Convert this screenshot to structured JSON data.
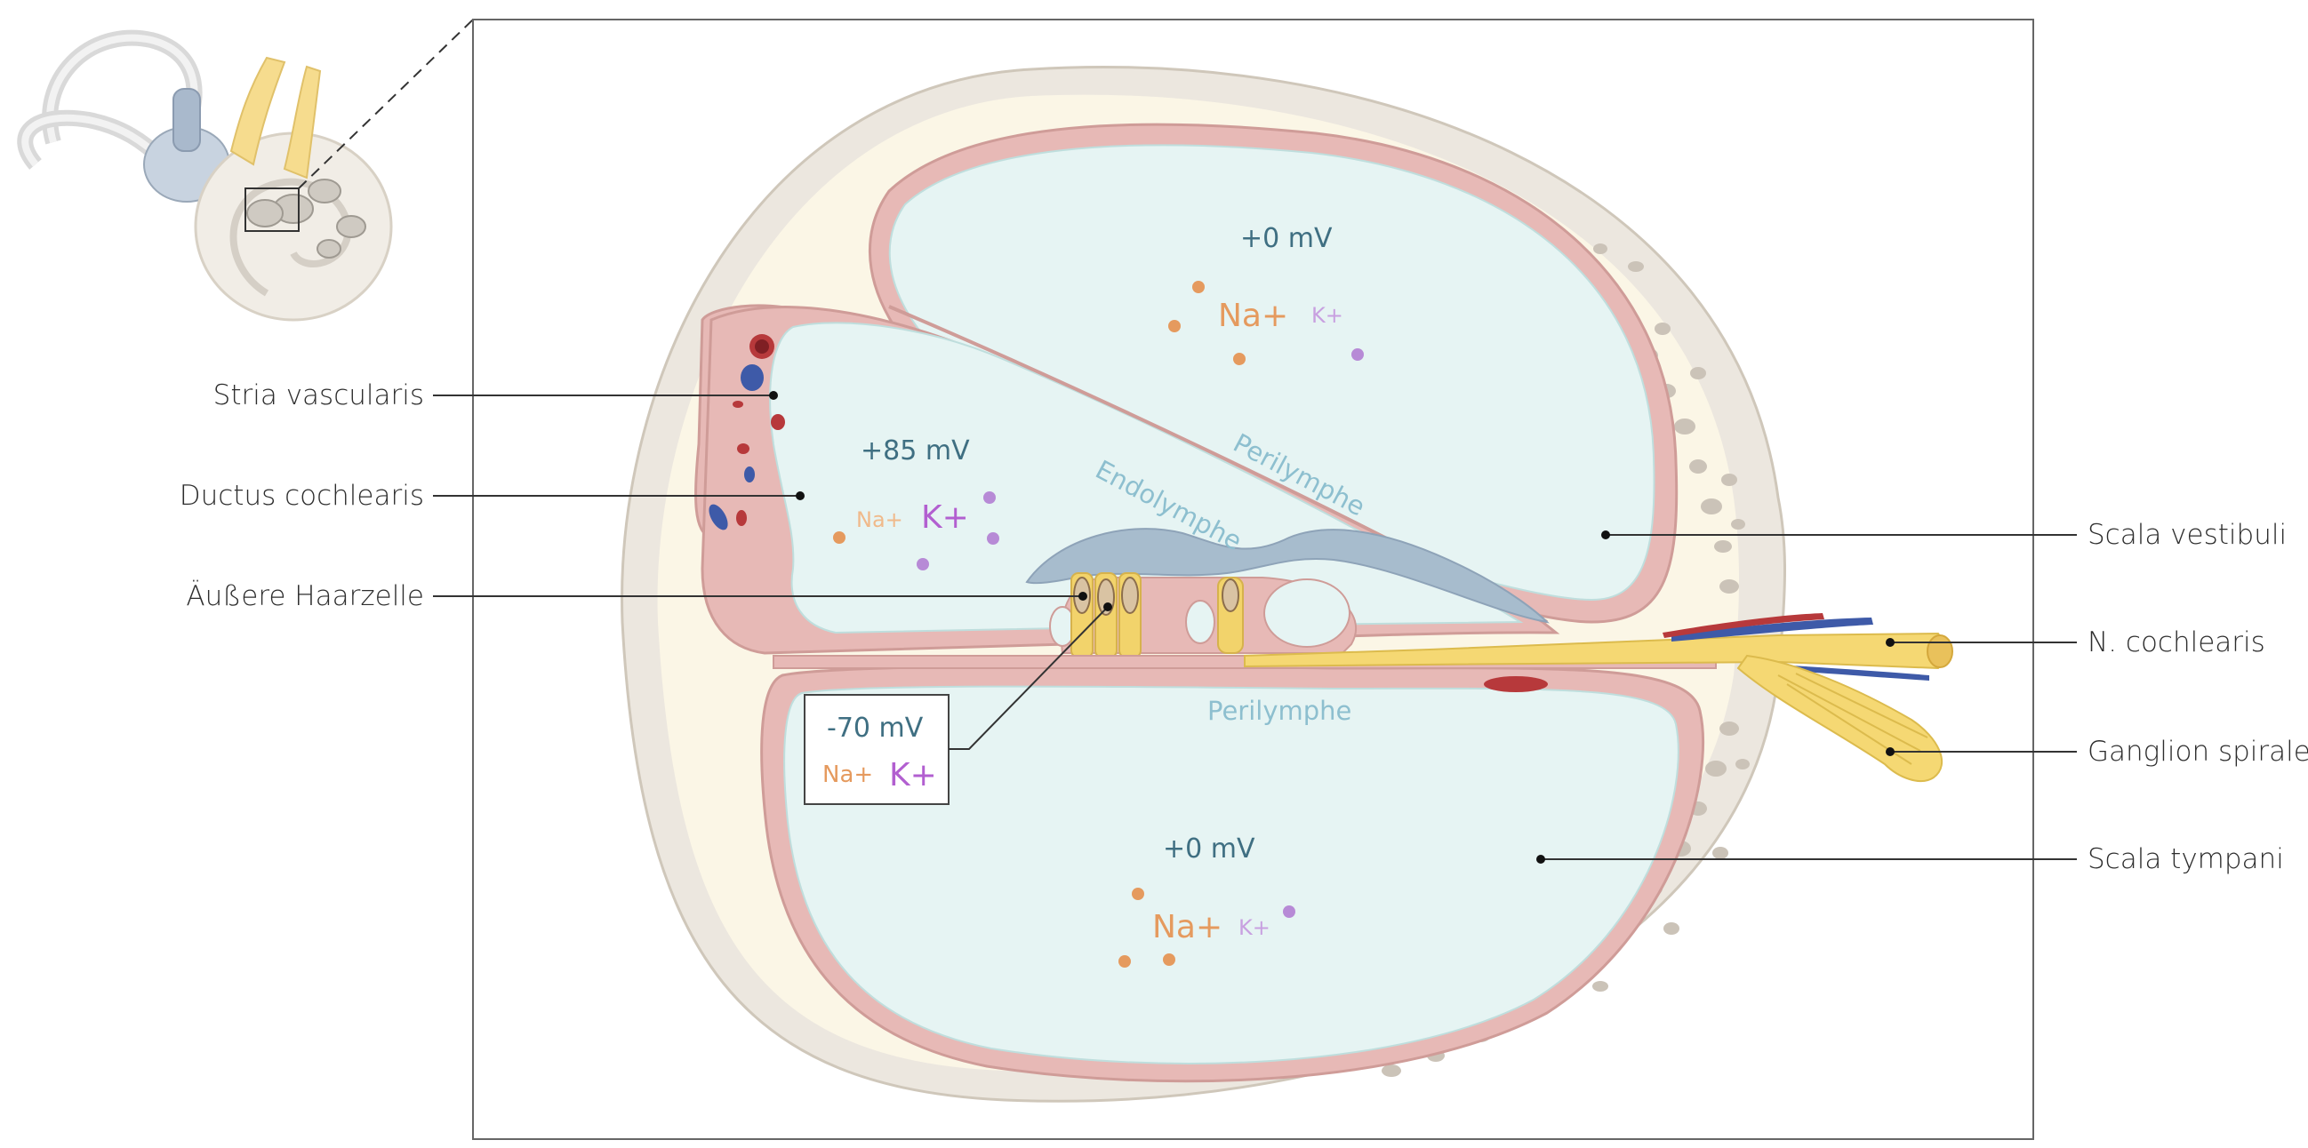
{
  "labels": {
    "stria_vascularis": "Stria vascularis",
    "ductus_cochlearis": "Ductus cochlearis",
    "aeussere_haarzelle": "Äußere Haarzelle",
    "scala_vestibuli": "Scala vestibuli",
    "n_cochlearis": "N. cochlearis",
    "ganglion_spirale": "Ganglion spirale",
    "scala_tympani": "Scala tympani"
  },
  "fluids": {
    "perilymphe_top": "Perilymphe",
    "endolymphe": "Endolymphe",
    "perilymphe_bottom": "Perilymphe"
  },
  "potentials": {
    "scala_vestibuli": "+0 mV",
    "ductus_cochlearis": "+85 mV",
    "haarzelle": "-70 mV",
    "scala_tympani": "+0 mV"
  },
  "ions": {
    "na": "Na+",
    "k": "K+"
  },
  "colors": {
    "frame": "#555555",
    "bone": "#e9e4dc",
    "bone_spot": "#cbc3b8",
    "membrane": "#e7b9b6",
    "fluid": "#e6f4f3",
    "endolymph_tissue": "#a7bccd",
    "hair_cell": "#f2d36b",
    "hair_nucleus": "#d9c3a3",
    "nerve": "#f5d873",
    "na_ion": "#e59a5e",
    "k_ion": "#b78ad6",
    "artery": "#b7393b",
    "vein": "#3e5aa8",
    "potential_text": "#3f6f82",
    "fluid_text": "#8dbfcf"
  }
}
